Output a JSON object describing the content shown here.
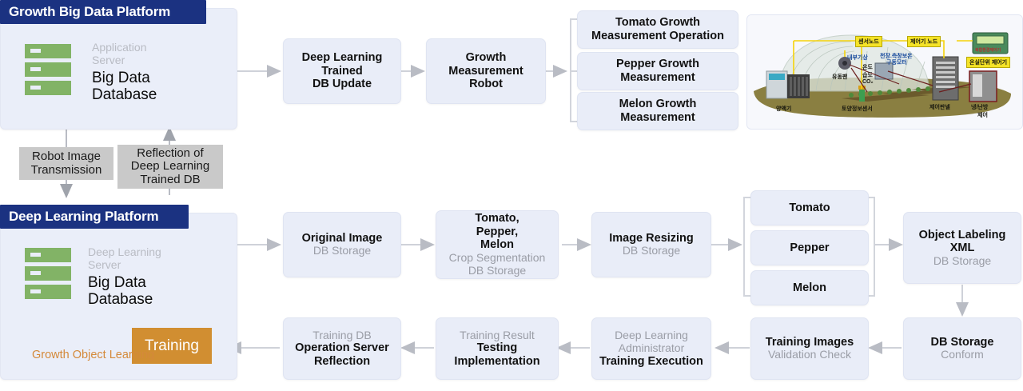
{
  "platforms": {
    "growth": {
      "title": "Growth Big Data Platform",
      "server_sub_line1": "Application",
      "server_sub_line2": "Server",
      "server_main_line1": "Big Data",
      "server_main_line2": "Database",
      "icon": "server-rack-icon"
    },
    "deep": {
      "title": "Deep Learning Platform",
      "server_sub_line1": "Deep Learning",
      "server_sub_line2": "Server",
      "server_main_line1": "Big Data",
      "server_main_line2": "Database",
      "icon": "server-rack-icon",
      "training_label": "Training",
      "growth_label_line1": "Growth Object",
      "growth_label_line2": "Learning"
    }
  },
  "connectors": {
    "robot_image": {
      "line1": "Robot Image",
      "line2": "Transmission"
    },
    "reflection": {
      "line1": "Reflection of",
      "line2": "Deep Learning",
      "line3": "Trained DB"
    }
  },
  "flow_top": [
    {
      "name": "deep-learning-trained-db-update",
      "bold": [
        "Deep Learning",
        "Trained",
        "DB Update"
      ],
      "sub": []
    },
    {
      "name": "growth-measurement-robot",
      "bold": [
        "Growth",
        "Measurement",
        "Robot"
      ],
      "sub": []
    },
    {
      "name": "tomato-growth-measurement-operation",
      "bold": [
        "Tomato Growth",
        "Measurement Operation"
      ],
      "sub": []
    },
    {
      "name": "pepper-growth-measurement",
      "bold": [
        "Pepper Growth",
        "Measurement"
      ],
      "sub": []
    },
    {
      "name": "melon-growth-measurement",
      "bold": [
        "Melon Growth",
        "Measurement"
      ],
      "sub": []
    }
  ],
  "flow_middle": [
    {
      "name": "original-image",
      "bold": [
        "Original Image"
      ],
      "sub": [
        "DB Storage"
      ]
    },
    {
      "name": "crop-segmentation",
      "bold": [
        "Tomato,",
        "Pepper,",
        "Melon"
      ],
      "sub": [
        "Crop Segmentation",
        "DB Storage"
      ]
    },
    {
      "name": "image-resizing",
      "bold": [
        "Image Resizing"
      ],
      "sub": [
        "DB Storage"
      ]
    },
    {
      "name": "crop-tomato",
      "bold": [
        "Tomato"
      ],
      "sub": []
    },
    {
      "name": "crop-pepper",
      "bold": [
        "Pepper"
      ],
      "sub": []
    },
    {
      "name": "crop-melon",
      "bold": [
        "Melon"
      ],
      "sub": []
    },
    {
      "name": "object-labeling-xml",
      "bold": [
        "Object Labeling",
        "XML"
      ],
      "sub": [
        "DB Storage"
      ]
    }
  ],
  "flow_bottom": [
    {
      "name": "db-storage-conform",
      "bold": [
        "DB Storage"
      ],
      "sub": [
        "Conform"
      ]
    },
    {
      "name": "training-images-validation",
      "bold": [
        "Training Images"
      ],
      "sub": [
        "Validation Check"
      ]
    },
    {
      "name": "training-execution",
      "bold": [],
      "sub": [
        "Deep Learning",
        "Administrator"
      ],
      "boldTail": [
        "Training Execution"
      ]
    },
    {
      "name": "testing-implementation",
      "bold": [],
      "sub": [
        "Training Result"
      ],
      "boldTail": [
        "Testing",
        "Implementation"
      ]
    },
    {
      "name": "operation-server-reflection",
      "bold": [],
      "sub": [
        "Training DB"
      ],
      "boldTail": [
        "Operation Server",
        "Reflection"
      ]
    }
  ],
  "greenhouse": {
    "name": "greenhouse-smartfarm-illustration",
    "labels": {
      "sensor_node": "센서노드",
      "controller_node": "제어기 노드",
      "greenhouse_controller": "온실단위 제어기",
      "internal_weather": "내부기상",
      "temp": "온도",
      "humidity": "습도",
      "co2": "CO₂",
      "ceiling_motor_line1": "천장.측창보온",
      "ceiling_motor_line2": "구동모터",
      "circulation_fan": "유동팬",
      "nutrient_device": "양액기",
      "soil_sensor": "토양정보센서",
      "control_panel": "제어판넬",
      "hvac_line1": "냉/난방",
      "hvac_line2": "제어",
      "device_badge": "복합환경제어기"
    }
  },
  "colors": {
    "header_navy": "#1b3281",
    "panel_fill": "#eaeef9",
    "node_fill": "#e9edf8",
    "server_green": "#82b366",
    "training_orange": "#d18e31",
    "growth_orange": "#d4893a",
    "gray_box": "#c9c9c9",
    "arrow_gray": "#bfc2c9",
    "dark_arrow": "#4c5b63"
  }
}
